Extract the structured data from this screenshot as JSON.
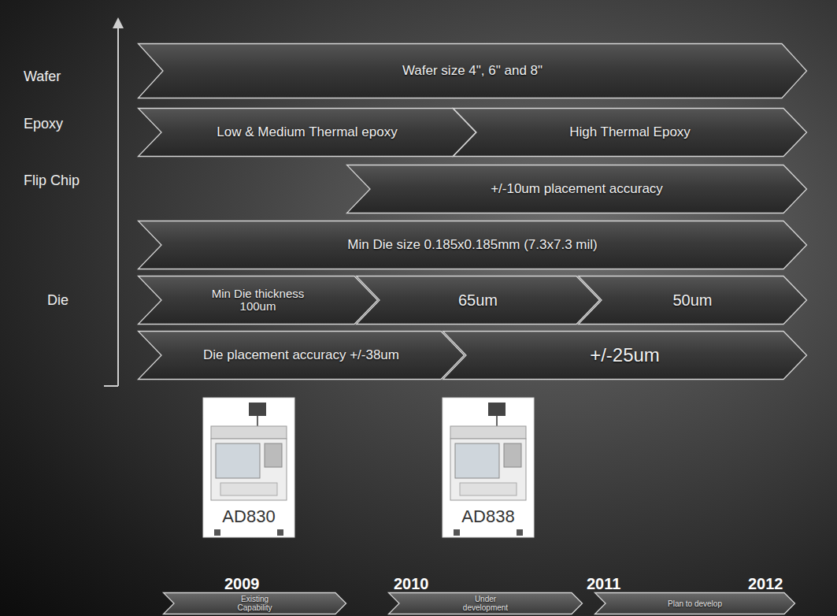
{
  "diagram": {
    "nodes": [
      {
        "text": [
          "Wafer size 4\", 6\" and 8\""
        ]
      },
      {
        "text": [
          "Low & Medium Thermal epoxy"
        ]
      },
      {
        "text": [
          "High Thermal Epoxy"
        ]
      },
      {
        "text": [
          "+/-10um placement accuracy"
        ]
      },
      {
        "text": [
          "Min Die size 0.185x0.185mm (7.3x7.3 mil)"
        ]
      },
      {
        "text": [
          "Min Die thickness 100um"
        ]
      },
      {
        "text": [
          "65um"
        ]
      },
      {
        "text": [
          "50um"
        ]
      },
      {
        "text": [
          "Die placement accuracy +/-38um"
        ]
      },
      {
        "text": [
          "+/-25um"
        ]
      },
      {
        "text": [
          "Existing Capability"
        ]
      },
      {
        "text": [
          "Under development"
        ]
      },
      {
        "text": [
          "Plan to develop"
        ]
      }
    ],
    "labels": [
      "Wafer",
      "Epoxy",
      "Flip Chip",
      "Die",
      "AD830",
      "AD838",
      "2009",
      "2010",
      "2011",
      "2012"
    ]
  }
}
